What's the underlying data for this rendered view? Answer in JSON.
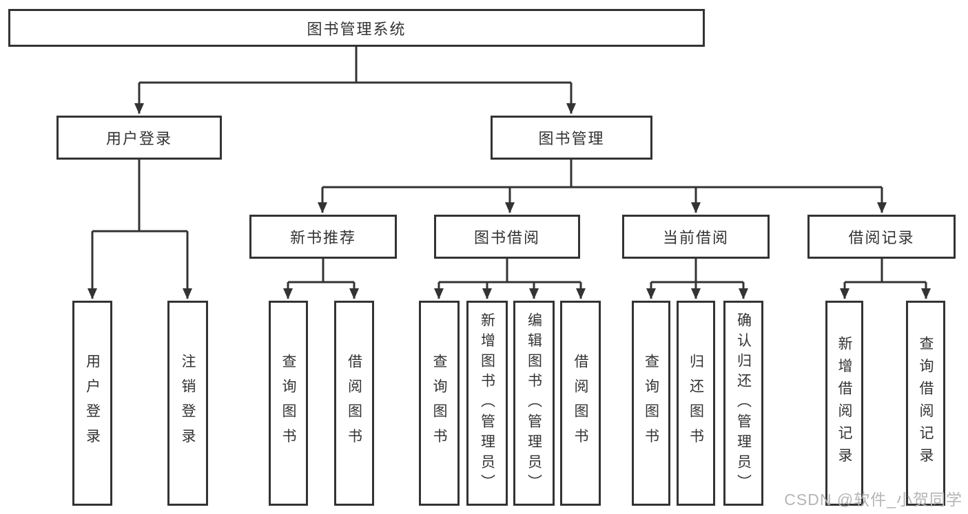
{
  "diagram": {
    "root": {
      "label": "图书管理系统"
    },
    "level2": [
      {
        "label": "用户登录",
        "children": [
          "用户登录",
          "注销登录"
        ]
      },
      {
        "label": "图书管理",
        "sections": [
          {
            "label": "新书推荐",
            "children": [
              "查询图书",
              "借阅图书"
            ]
          },
          {
            "label": "图书借阅",
            "children": [
              "查询图书",
              "新增图书（管理员）",
              "编辑图书（管理员）",
              "借阅图书"
            ]
          },
          {
            "label": "当前借阅",
            "children": [
              "查询图书",
              "归还图书",
              "确认归还（管理员）"
            ]
          },
          {
            "label": "借阅记录",
            "children": [
              "新增借阅记录",
              "查询借阅记录"
            ]
          }
        ]
      }
    ],
    "watermark": "CSDN @软件_小贺同学",
    "colors": {
      "line": "#333333",
      "box_border": "#333333",
      "text": "#333333",
      "watermark": "#b5b5b5",
      "background": "#ffffff"
    }
  }
}
